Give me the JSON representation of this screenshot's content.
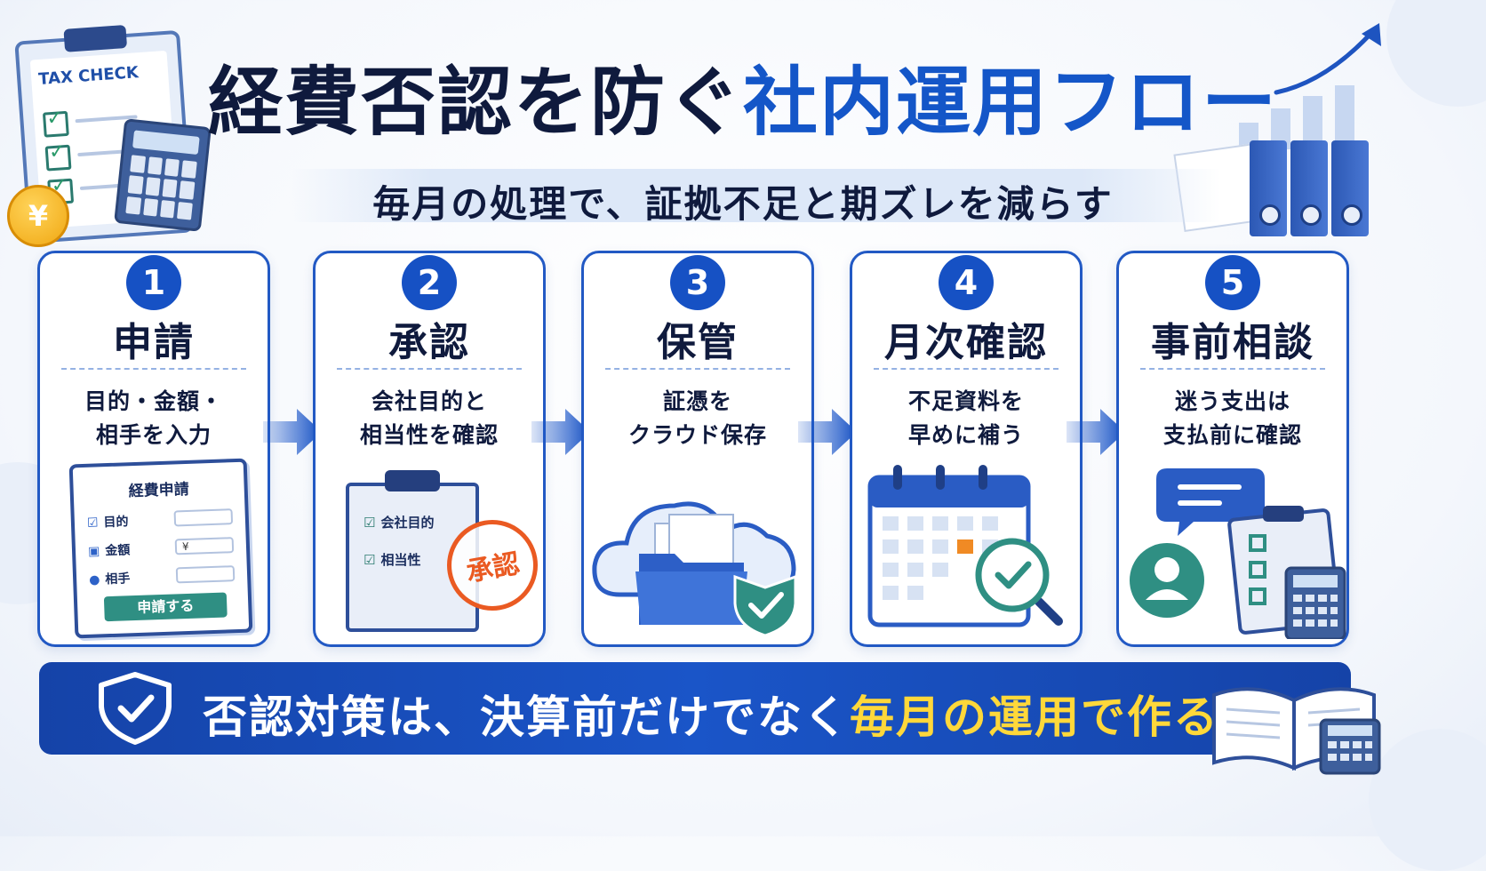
{
  "header": {
    "title_dark": "経費否認を防ぐ",
    "title_blue": "社内運用フロー",
    "subtitle": "毎月の処理で、証拠不足と期ズレを減らす"
  },
  "decor": {
    "clipboard_label": "TAX CHECK",
    "coin_symbol": "¥"
  },
  "steps": [
    {
      "number": "1",
      "title": "申請",
      "desc_line1": "目的・金額・",
      "desc_line2": "相手を入力",
      "form": {
        "title": "経費申請",
        "field1": "目的",
        "field2": "金額",
        "field2_value": "¥",
        "field3": "相手",
        "button": "申請する"
      }
    },
    {
      "number": "2",
      "title": "承認",
      "desc_line1": "会社目的と",
      "desc_line2": "相当性を確認",
      "checklist": [
        "会社目的",
        "相当性"
      ],
      "stamp": "承認"
    },
    {
      "number": "3",
      "title": "保管",
      "desc_line1": "証憑を",
      "desc_line2": "クラウド保存"
    },
    {
      "number": "4",
      "title": "月次確認",
      "desc_line1": "不足資料を",
      "desc_line2": "早めに補う"
    },
    {
      "number": "5",
      "title": "事前相談",
      "desc_line1": "迷う支出は",
      "desc_line2": "支払前に確認"
    }
  ],
  "banner": {
    "text_main": "否認対策は、決算前だけでなく",
    "text_highlight": "毎月の運用で作る"
  },
  "colors": {
    "primary": "#1651c4",
    "navy": "#0f1a3d",
    "banner": "#1a55c8",
    "highlight": "#ffd83a",
    "stamp": "#ea5a22",
    "teal": "#2f8f83"
  }
}
